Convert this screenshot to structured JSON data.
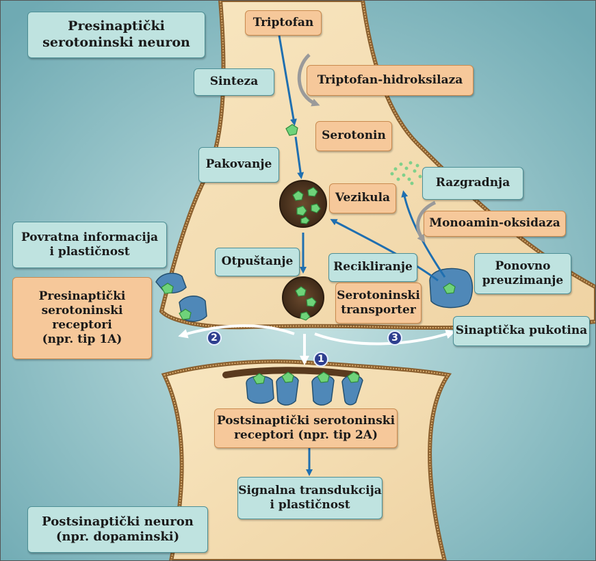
{
  "colors": {
    "background": "#8fc3c8",
    "cytoplasm": "#f5deb3",
    "membrane": "#b8874e",
    "arrow": "#1f6fb0",
    "label_teal": "#bfe3e0",
    "label_orange": "#f6c89a",
    "badge": "#2e3f8f"
  },
  "labels": {
    "presynaptic_neuron": [
      "Presinaptički",
      "serotoninski neuron"
    ],
    "tryptophan": "Triptofan",
    "synthesis": "Sinteza",
    "tryptophan_hydroxylase": "Triptofan-hidroksilaza",
    "serotonin": "Serotonin",
    "packaging": "Pakovanje",
    "vesicle": "Vezikula",
    "degradation": "Razgradnja",
    "monoamine_oxidase": "Monoamin-oksidaza",
    "feedback": [
      "Povratna informacija",
      "i plastičnost"
    ],
    "release": "Otpuštanje",
    "recycling": "Recikliranje",
    "reuptake": [
      "Ponovno",
      "preuzimanje"
    ],
    "presynaptic_receptors": [
      "Presinaptički",
      "serotoninski",
      "receptori",
      "(npr. tip 1A)"
    ],
    "serotonin_transporter": [
      "Serotoninski",
      "transporter"
    ],
    "synaptic_cleft": "Sinaptička pukotina",
    "postsynaptic_receptors": [
      "Postsinaptički serotoninski",
      "receptori (npr. tip 2A)"
    ],
    "signal_transduction": [
      "Signalna transdukcija",
      "i plastičnost"
    ],
    "postsynaptic_neuron": [
      "Postsinaptički neuron",
      "(npr. dopaminski)"
    ]
  },
  "badges": [
    "1",
    "2",
    "3"
  ]
}
